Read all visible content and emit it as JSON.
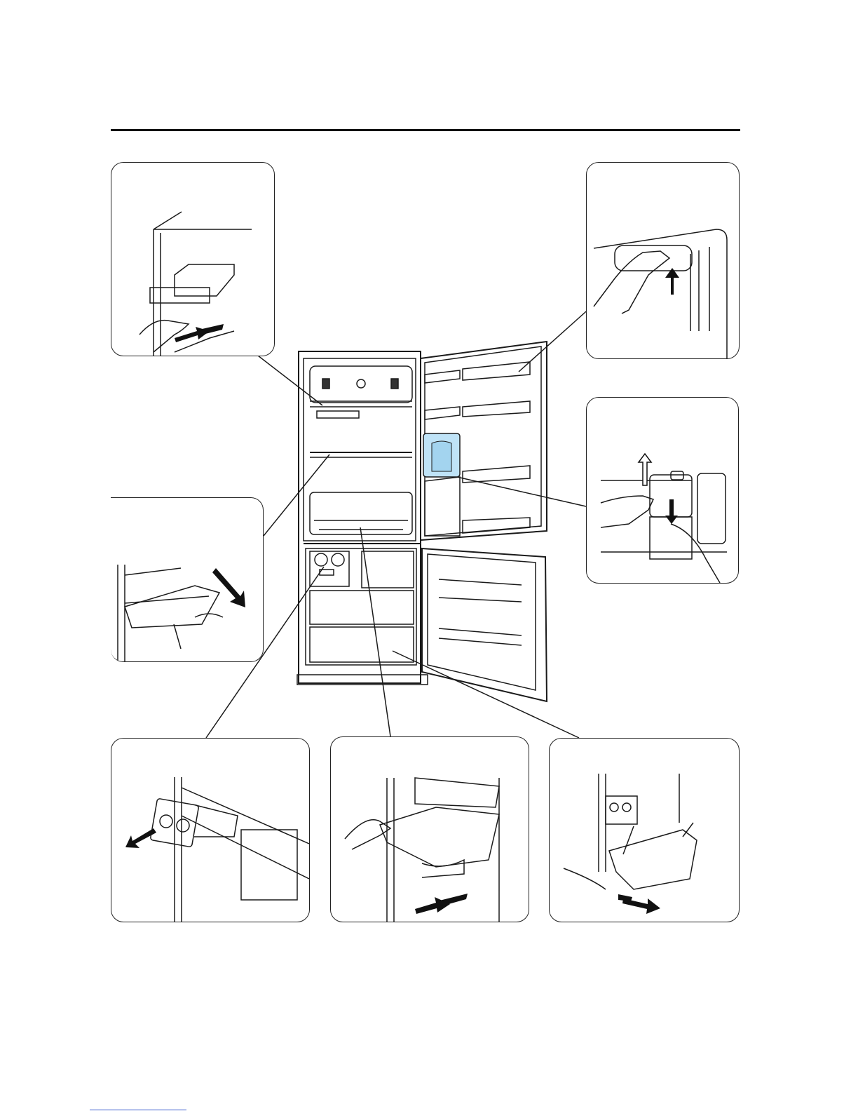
{
  "document": {
    "illustration": "refrigerator-parts-diagram",
    "colors": {
      "line": "#1a1a1a",
      "water_tank": "#bfe3f7",
      "rule": "#111111"
    },
    "panels": [
      {
        "id": "shelf-pull",
        "icon": "shelf-remove-icon"
      },
      {
        "id": "light-cover",
        "icon": "lamp-cover-icon"
      },
      {
        "id": "glass-shelf",
        "icon": "glass-shelf-icon"
      },
      {
        "id": "water-tank",
        "icon": "water-tank-icon"
      },
      {
        "id": "ice-tray",
        "icon": "ice-tray-icon"
      },
      {
        "id": "vegetable-drawer",
        "icon": "drawer-icon"
      },
      {
        "id": "freezer-drawer",
        "icon": "freezer-drawer-icon"
      }
    ]
  }
}
